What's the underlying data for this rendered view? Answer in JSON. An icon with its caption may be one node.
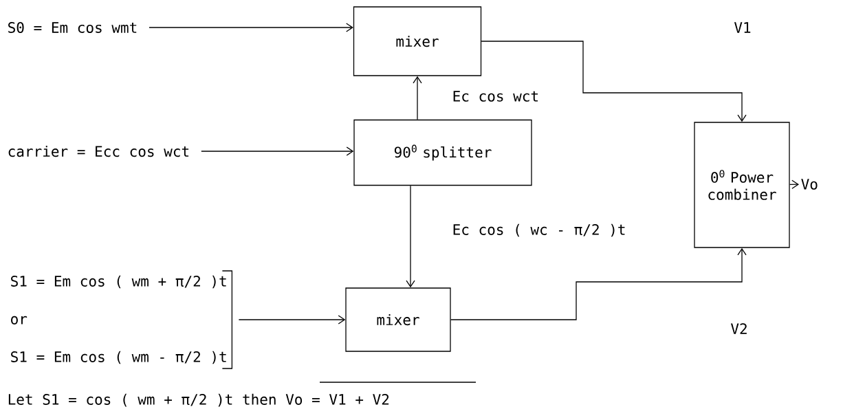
{
  "diagram": {
    "nodes": [
      {
        "text": [
          "S0 = Em cos wmt"
        ]
      },
      {
        "text": [
          "mixer"
        ]
      },
      {
        "text": [
          "carrier = Ecc cos wct"
        ]
      },
      {
        "text": [
          "90$^{0}$ splitter"
        ]
      },
      {
        "text": [
          "0$^{0}$ Power combiner"
        ]
      },
      {
        "text": [
          "Vo"
        ]
      },
      {
        "text": [
          "S1 = Em cos ( wm + π/2 )t",
          "or",
          "S1 = Em cos ( wm - π/2 )t"
        ]
      },
      {
        "text": [
          "mixer"
        ]
      }
    ],
    "edges": [
      {
        "from": 0,
        "to": 1,
        "arrow": "to"
      },
      {
        "from": 3,
        "to": 1,
        "arrow": "to",
        "label": "Ec cos wct"
      },
      {
        "from": 2,
        "to": 3,
        "arrow": "to"
      },
      {
        "from": 3,
        "to": 7,
        "arrow": "to",
        "label": "Ec cos ( wc - π/2 )t"
      },
      {
        "from": 1,
        "to": 4,
        "arrow": "to",
        "label": "V1"
      },
      {
        "from": 7,
        "to": 4,
        "arrow": "to",
        "label": "V2"
      },
      {
        "from": 4,
        "to": 5,
        "arrow": "to"
      },
      {
        "from": 6,
        "to": 7,
        "arrow": "to"
      }
    ],
    "labels": [
      "Let S1 = cos ( wm + π/2 )t then Vo = V1 + V2"
    ]
  }
}
